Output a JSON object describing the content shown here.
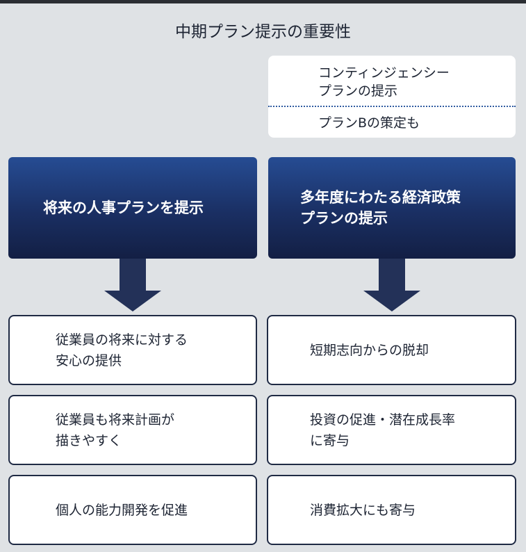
{
  "title": "中期プラン提示の重要性",
  "note": {
    "top": "コンティンジェンシー\nプランの提示",
    "bottom": "プランBの策定も"
  },
  "left": {
    "header": "将来の人事プランを提示",
    "items": [
      "従業員の将来に対する\n安心の提供",
      "従業員も将来計画が\n描きやすく",
      "個人の能力開発を促進"
    ]
  },
  "right": {
    "header": "多年度にわたる経済政策\nプランの提示",
    "items": [
      "短期志向からの脱却",
      "投資の促進・潜在成長率\nに寄与",
      "消費拡大にも寄与"
    ]
  },
  "colors": {
    "background": "#dfe2e5",
    "header_top": "#264c93",
    "header_bottom": "#131f44",
    "arrow": "#233158",
    "border": "#1f2a44",
    "divider": "#2e5aa0"
  },
  "icons": {
    "arrows": "arrow-down-icon"
  }
}
